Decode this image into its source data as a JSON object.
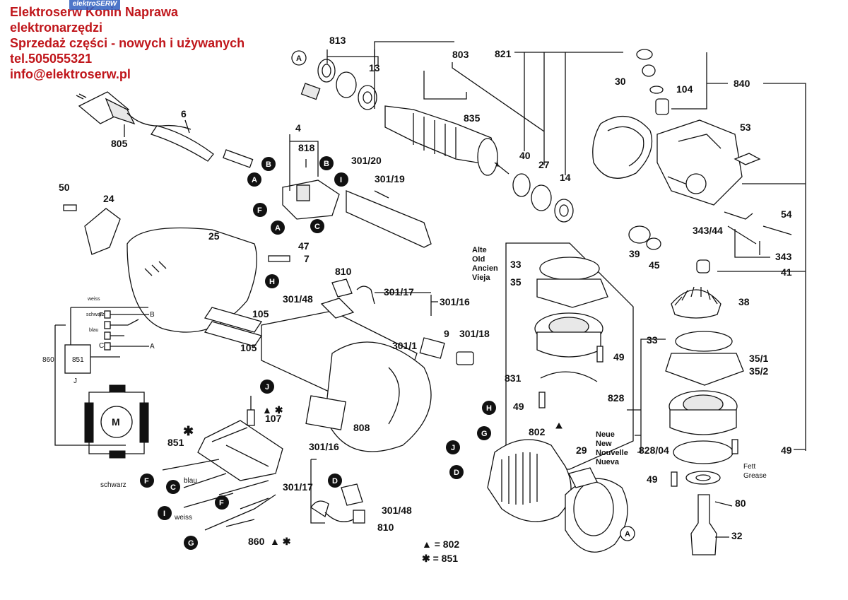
{
  "header": {
    "line1": "Elektroserw Konin Naprawa",
    "line2": "elektronarzędzi",
    "line3": "Sprzedaż części - nowych i używanych",
    "line4": "tel.505055321",
    "line5": "info@elektroserw.pl",
    "watermark": "elektroSERW"
  },
  "parts": {
    "p813": "813",
    "p803": "803",
    "p821": "821",
    "p13": "13",
    "p835": "835",
    "p30": "30",
    "p104": "104",
    "p840": "840",
    "p53": "53",
    "p6": "6",
    "p805": "805",
    "p4": "4",
    "p818": "818",
    "p301_20": "301/20",
    "p301_19": "301/19",
    "p40": "40",
    "p27": "27",
    "p14": "14",
    "p50": "50",
    "p24": "24",
    "p25": "25",
    "p54": "54",
    "p343_44": "343/44",
    "p39": "39",
    "p45": "45",
    "p343": "343",
    "p41": "41",
    "p47": "47",
    "p7": "7",
    "p810a": "810",
    "p301_48a": "301/48",
    "p301_17a": "301/17",
    "p301_16a": "301/16",
    "p105a": "105",
    "p105b": "105",
    "p33a": "33",
    "p35": "35",
    "p38": "38",
    "p9": "9",
    "p301_18": "301/18",
    "p301_1": "301/1",
    "p49a": "49",
    "p33b": "33",
    "p35_1": "35/1",
    "p35_2": "35/2",
    "p831": "831",
    "p49b": "49",
    "p828": "828",
    "p107": "107",
    "p851": "851",
    "p808": "808",
    "p802": "802",
    "p29": "29",
    "p828_04": "828/04",
    "p49c": "49",
    "p49d": "49",
    "p80": "80",
    "p301_16b": "301/16",
    "p301_17b": "301/17",
    "p301_48b": "301/48",
    "p810b": "810",
    "p860": "860",
    "p32": "32"
  },
  "old_label": {
    "l1": "Alte",
    "l2": "Old",
    "l3": "Ancien",
    "l4": "Vieja"
  },
  "new_label": {
    "l1": "Neue",
    "l2": "New",
    "l3": "Nouvelle",
    "l4": "Nueva"
  },
  "grease_label": {
    "l1": "Fett",
    "l2": "Grease"
  },
  "legend": {
    "tri": "▲ = 802",
    "star": "✱ = 851"
  },
  "wiring": {
    "weiss": "weiss",
    "schwarz": "schwarz",
    "blau": "blau",
    "b": "B",
    "a": "A",
    "c": "C",
    "f": "F",
    "j": "J",
    "box": "851",
    "label860": "860",
    "motor": "M"
  },
  "wire_colors": {
    "schwarz": "schwarz",
    "blau": "blau",
    "weiss": "weiss"
  },
  "letters": {
    "A": "A",
    "B": "B",
    "C": "C",
    "D": "D",
    "F": "F",
    "G": "G",
    "H": "H",
    "I": "I",
    "J": "J"
  }
}
